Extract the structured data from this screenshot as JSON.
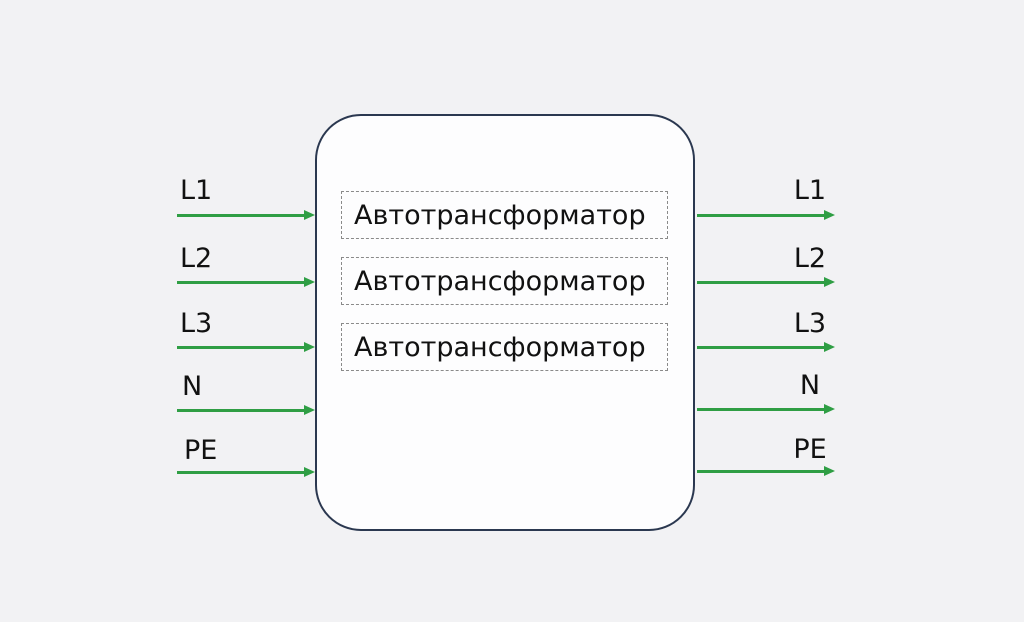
{
  "device": {
    "modules": [
      {
        "label": "Автотрансформатор"
      },
      {
        "label": "Автотрансформатор"
      },
      {
        "label": "Автотрансформатор"
      }
    ]
  },
  "inputs": [
    {
      "label": "L1"
    },
    {
      "label": "L2"
    },
    {
      "label": "L3"
    },
    {
      "label": "N"
    },
    {
      "label": "PE"
    }
  ],
  "outputs": [
    {
      "label": "L1"
    },
    {
      "label": "L2"
    },
    {
      "label": "L3"
    },
    {
      "label": "N"
    },
    {
      "label": "PE"
    }
  ],
  "colors": {
    "background": "#f2f2f4",
    "device_fill": "#fdfdfe",
    "device_border": "#2b3850",
    "module_border": "#8a8a8a",
    "arrow": "#2f9e44",
    "label_text": "#111111"
  }
}
